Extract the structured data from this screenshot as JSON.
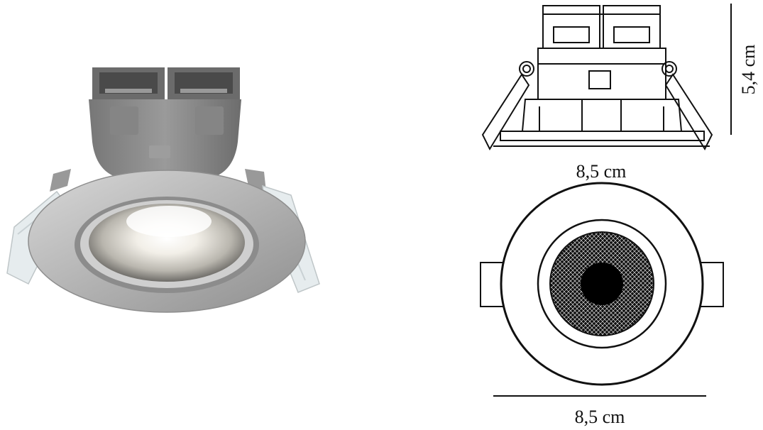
{
  "product": {
    "photo_icon": "recessed-downlight-photo",
    "housing_color": "#8a8a8a",
    "trim_color": "#b8b8b8"
  },
  "side_view": {
    "width_label": "8,5 cm",
    "height_label": "5,4 cm"
  },
  "top_view": {
    "width_label": "8,5 cm"
  }
}
